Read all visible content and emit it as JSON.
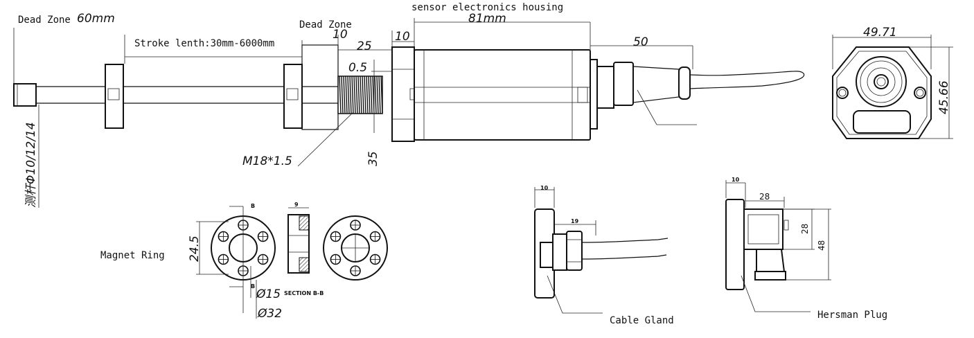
{
  "labels": {
    "dead_zone_left": "Dead Zone",
    "dead_zone_left_value": "60mm",
    "stroke_length": "Stroke lenth:30mm-6000mm",
    "dead_zone_mid": "Dead Zone",
    "sensor_housing": "sensor electronics housing",
    "magnet_ring": "Magnet Ring",
    "cable_gland": "Cable Gland",
    "hersman_plug": "Hersman Plug",
    "rod_diameter": "测杆Φ10/12/14",
    "thread": "M18*1.5",
    "section": "SECTION B-B",
    "section_mark": "B"
  },
  "dimensions": {
    "dead_zone_mid": "10",
    "thread_length": "25",
    "flange_width": "10",
    "housing_length": "81mm",
    "cable_length": "50",
    "gap": "0.5",
    "thread_dia": "35",
    "plate_width": "49.71",
    "plate_height": "45.66",
    "ring_height": "24.5",
    "ring_inner": "Ø15",
    "ring_outer": "Ø32",
    "ring_thickness": "9",
    "gland_flange": "10",
    "gland_length": "19",
    "plug_flange": "10",
    "plug_width": "28",
    "plug_side": "28",
    "plug_height": "48"
  }
}
